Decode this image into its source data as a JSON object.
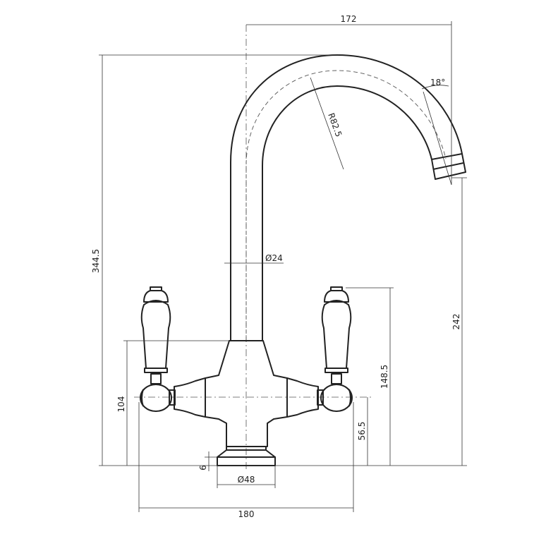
{
  "title": "Mixer tap dimension drawing",
  "dimensions": {
    "spout_reach": "172",
    "spout_angle": "18°",
    "spout_radius": "R82.5",
    "overall_height": "344.5",
    "column_diameter": "Ø24",
    "spout_outlet_height": "242",
    "handle_height": "148.5",
    "body_height": "104",
    "handle_axis_height": "56.5",
    "base_height": "6",
    "base_diameter": "Ø48",
    "overall_width": "180"
  }
}
